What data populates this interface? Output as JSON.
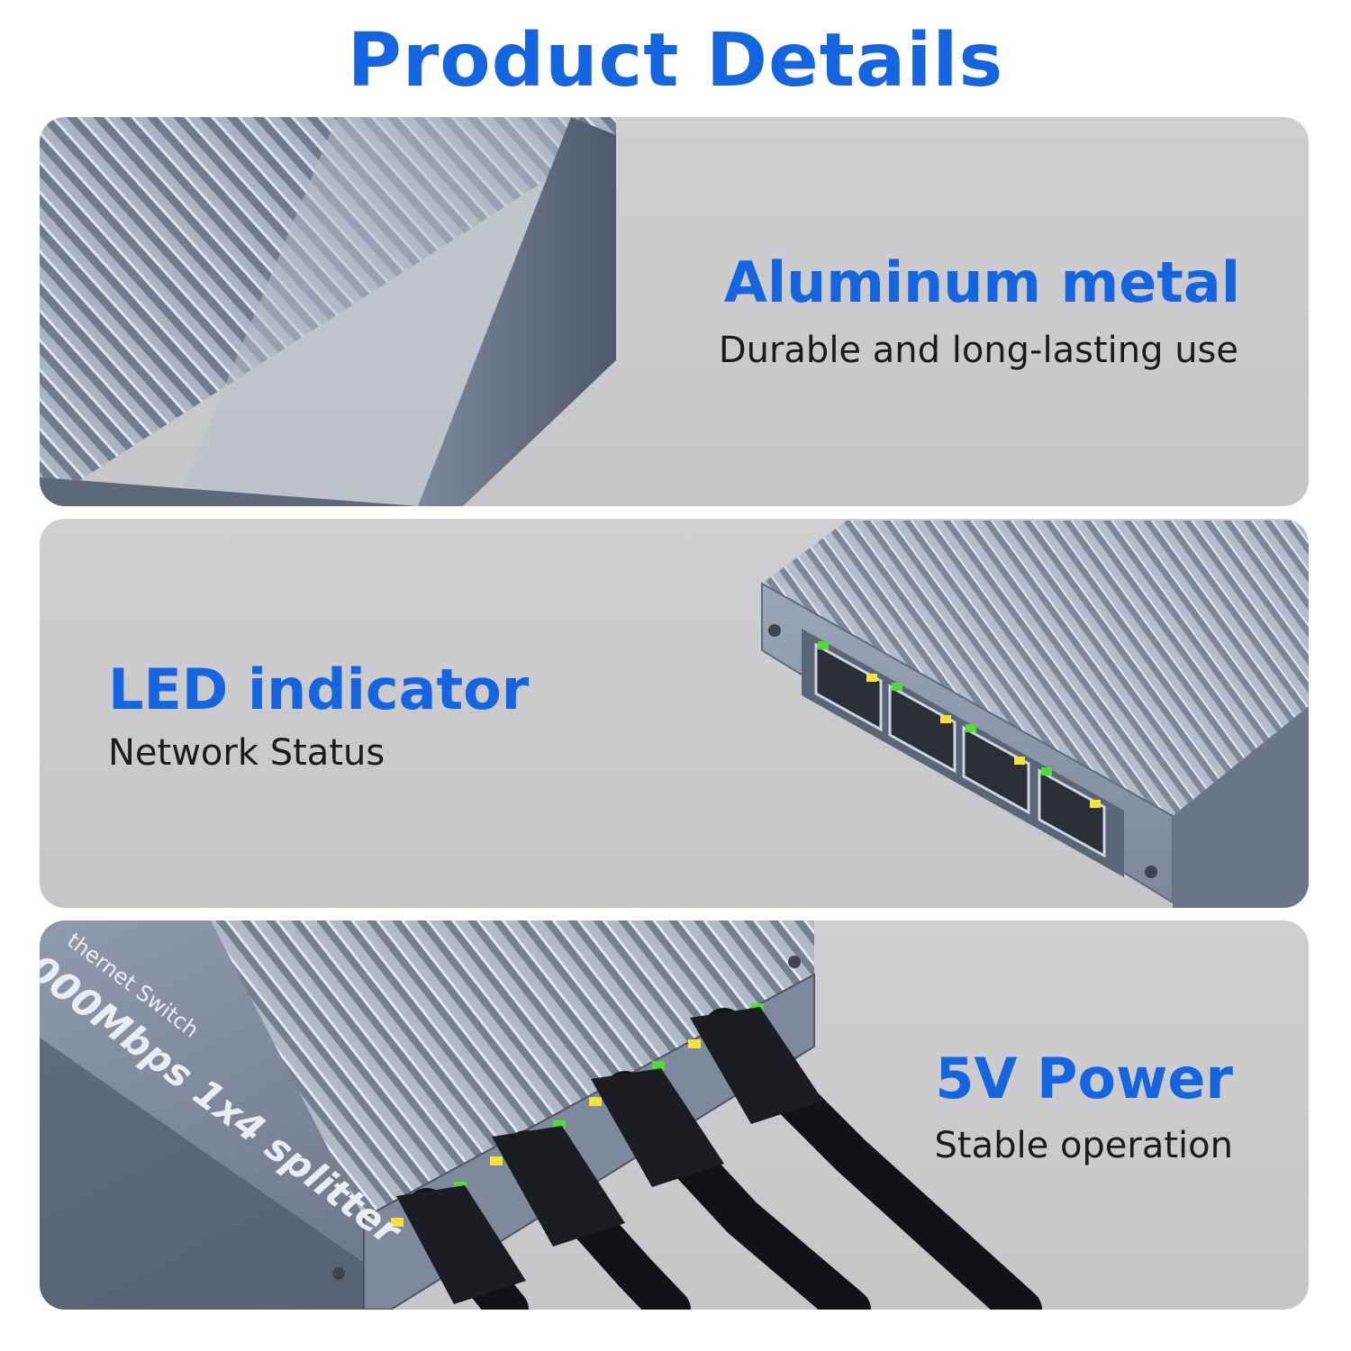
{
  "colors": {
    "accent": "#1565e0",
    "panel_bg": "#c9c9cb",
    "metal": "#8e9bb0"
  },
  "page": {
    "title": "Product Details"
  },
  "panels": [
    {
      "heading": "Aluminum metal",
      "subtext": "Durable and long-lasting use",
      "image": "aluminum-case-closeup"
    },
    {
      "heading": "LED indicator",
      "subtext": "Network Status",
      "image": "ethernet-switch-4-ports"
    },
    {
      "heading": "5V Power",
      "subtext": "Stable operation",
      "image": "ethernet-switch-with-cables",
      "engraving": {
        "line1": "thernet Switch",
        "line2": "000Mbps 1x4 splitter"
      }
    }
  ]
}
